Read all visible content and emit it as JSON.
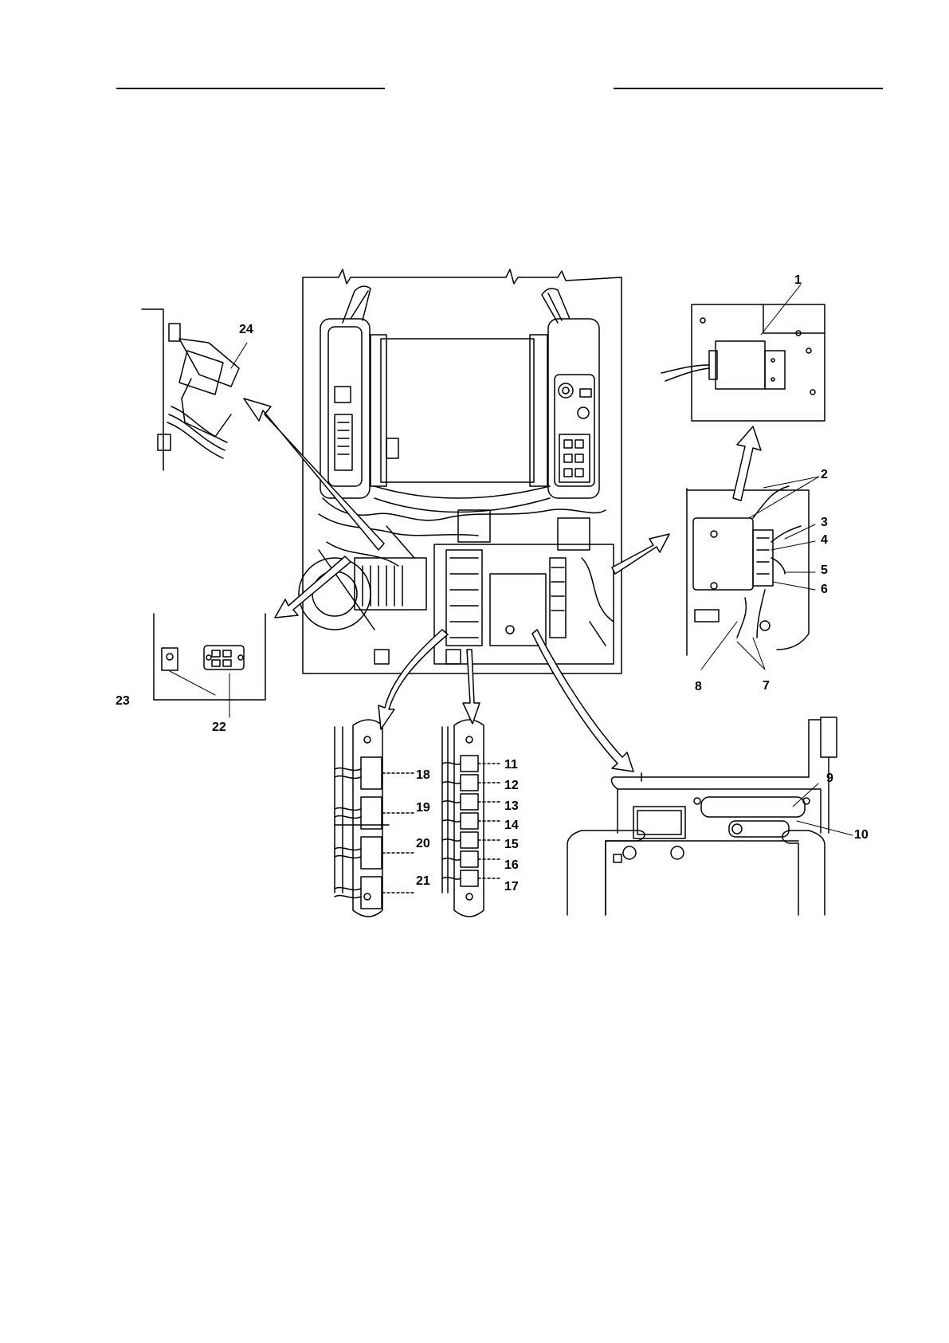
{
  "page": {
    "callouts": [
      "1",
      "2",
      "3",
      "4",
      "5",
      "6",
      "7",
      "8",
      "9",
      "10",
      "11",
      "12",
      "13",
      "14",
      "15",
      "16",
      "17",
      "18",
      "19",
      "20",
      "21",
      "22",
      "23",
      "24"
    ]
  },
  "colors": {
    "ink": "#000000",
    "paper": "#ffffff"
  },
  "figure": {
    "views": [
      "main-console-view",
      "connector-bracket-detail",
      "fuse-connector-detail",
      "relay-mount-detail",
      "controller-box-detail",
      "left-connector-bank-detail",
      "right-connector-bank-detail",
      "under-seat-module-detail"
    ]
  }
}
